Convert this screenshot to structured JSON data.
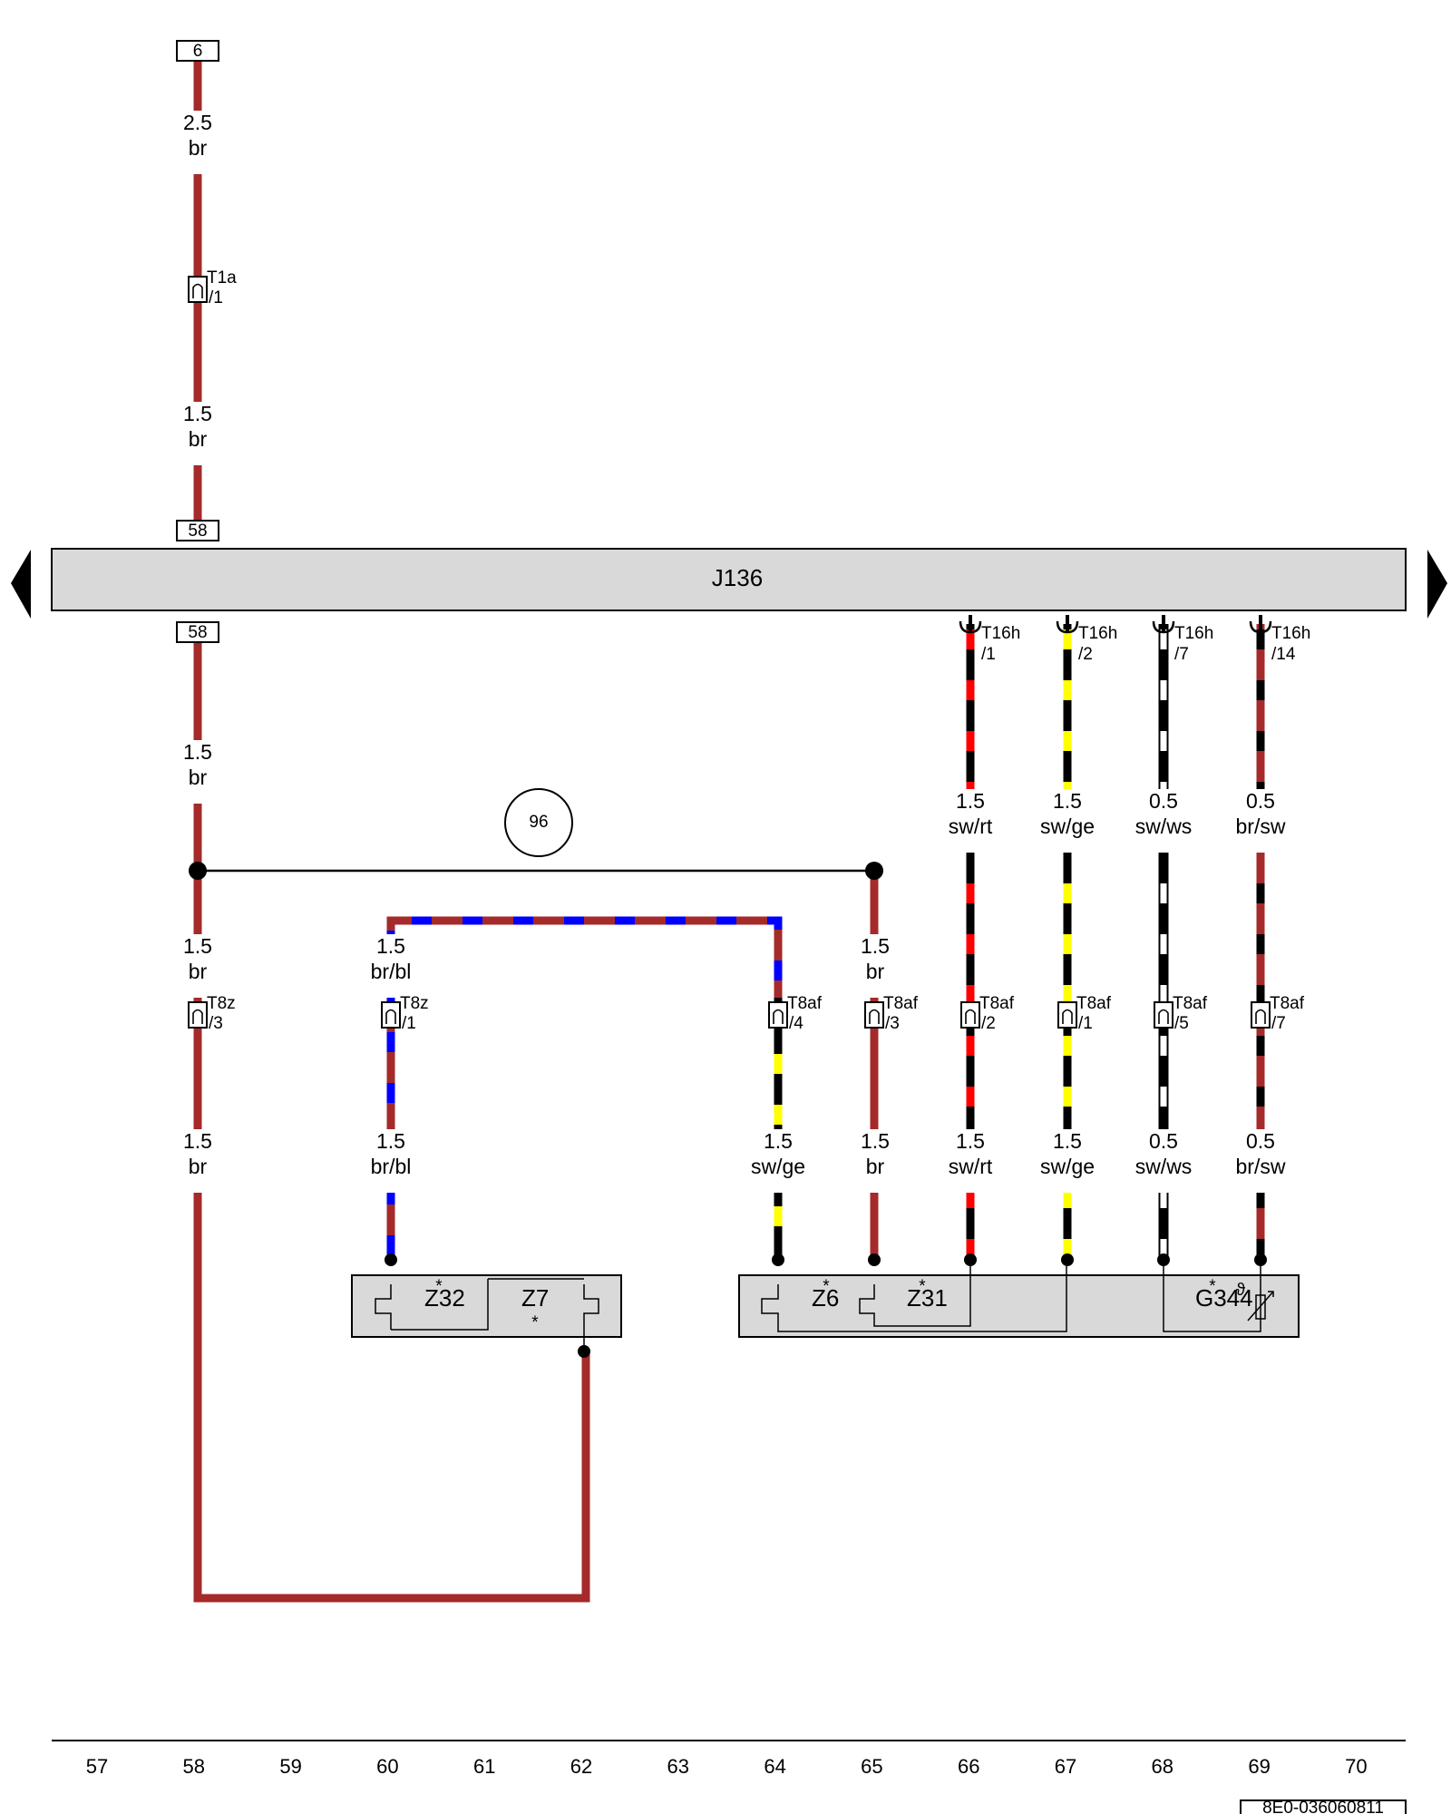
{
  "header_box": {
    "label": "J136"
  },
  "top_terminal": {
    "label": "6"
  },
  "pin_above": {
    "label": "58"
  },
  "pin_below": {
    "label": "58"
  },
  "wire_labels": {
    "w_top1": {
      "size": "2.5",
      "color": "br"
    },
    "w_top2": {
      "size": "1.5",
      "color": "br"
    },
    "w58_a": {
      "size": "1.5",
      "color": "br"
    },
    "w58_b": {
      "size": "1.5",
      "color": "br"
    },
    "w58_c": {
      "size": "1.5",
      "color": "br"
    },
    "w60_a": {
      "size": "1.5",
      "color": "br/bl"
    },
    "w60_b": {
      "size": "1.5",
      "color": "br/bl"
    },
    "w64": {
      "size": "1.5",
      "color": "sw/ge"
    },
    "w65_a": {
      "size": "1.5",
      "color": "br"
    },
    "w65_b": {
      "size": "1.5",
      "color": "br"
    },
    "w66_a": {
      "size": "1.5",
      "color": "sw/rt"
    },
    "w66_b": {
      "size": "1.5",
      "color": "sw/rt"
    },
    "w67_a": {
      "size": "1.5",
      "color": "sw/ge"
    },
    "w67_b": {
      "size": "1.5",
      "color": "sw/ge"
    },
    "w68_a": {
      "size": "0.5",
      "color": "sw/ws"
    },
    "w68_b": {
      "size": "0.5",
      "color": "sw/ws"
    },
    "w69_a": {
      "size": "0.5",
      "color": "br/sw"
    },
    "w69_b": {
      "size": "0.5",
      "color": "br/sw"
    }
  },
  "connectors": {
    "t1a": {
      "name": "T1a",
      "pin": "/1"
    },
    "t8z_3": {
      "name": "T8z",
      "pin": "/3"
    },
    "t8z_1": {
      "name": "T8z",
      "pin": "/1"
    },
    "t8af_4": {
      "name": "T8af",
      "pin": "/4"
    },
    "t8af_3": {
      "name": "T8af",
      "pin": "/3"
    },
    "t8af_2": {
      "name": "T8af",
      "pin": "/2"
    },
    "t8af_1": {
      "name": "T8af",
      "pin": "/1"
    },
    "t8af_5": {
      "name": "T8af",
      "pin": "/5"
    },
    "t8af_7": {
      "name": "T8af",
      "pin": "/7"
    },
    "t16h_1": {
      "name": "T16h",
      "pin": "/1"
    },
    "t16h_2": {
      "name": "T16h",
      "pin": "/2"
    },
    "t16h_7": {
      "name": "T16h",
      "pin": "/7"
    },
    "t16h_14": {
      "name": "T16h",
      "pin": "/14"
    }
  },
  "ground_ref": {
    "label": "96"
  },
  "components": {
    "z32": {
      "label": "Z32",
      "mark": "*"
    },
    "z7": {
      "label": "Z7",
      "mark": "*"
    },
    "z6": {
      "label": "Z6",
      "mark": "*"
    },
    "z31": {
      "label": "Z31",
      "mark": "*"
    },
    "g344": {
      "label": "G344",
      "mark": "*"
    }
  },
  "column_numbers": [
    "57",
    "58",
    "59",
    "60",
    "61",
    "62",
    "63",
    "64",
    "65",
    "66",
    "67",
    "68",
    "69",
    "70"
  ],
  "doc_id": "8E0-036060811",
  "colors": {
    "br": "#a52a2a",
    "bl": "#0000ff",
    "sw": "#000000",
    "rt": "#ff0000",
    "ge": "#ffff00",
    "ws": "#ffffff",
    "box_fill": "#d9d9d9"
  }
}
